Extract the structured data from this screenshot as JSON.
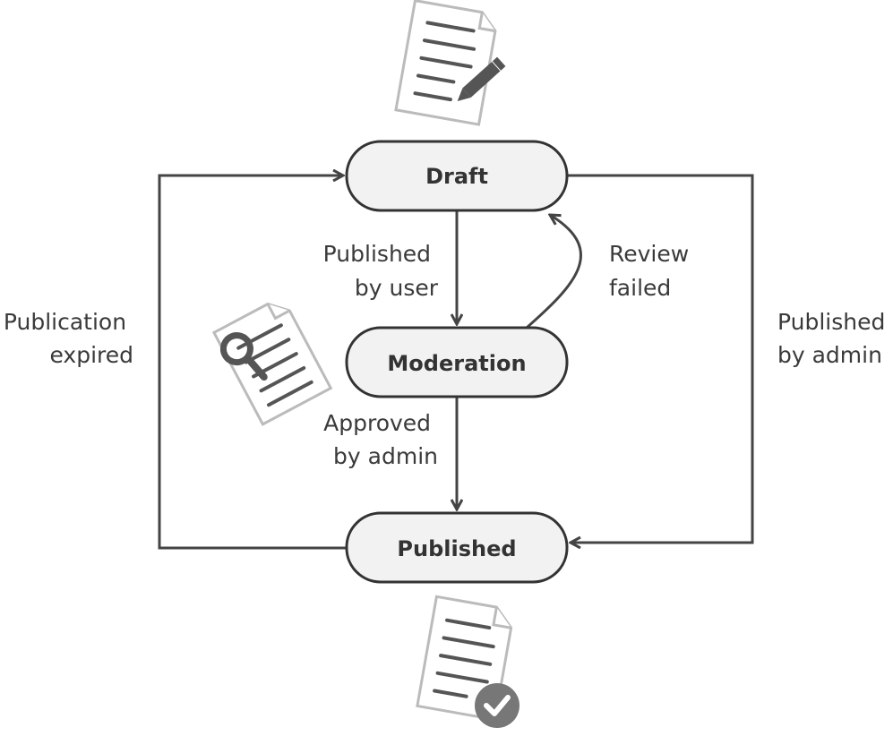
{
  "states": {
    "draft": "Draft",
    "moderation": "Moderation",
    "published": "Published"
  },
  "transitions": {
    "published_by_user": [
      "Published",
      "by user"
    ],
    "review_failed": [
      "Review",
      "failed"
    ],
    "approved_by_admin": [
      "Approved",
      "by admin"
    ],
    "publication_expired": [
      "Publication",
      "expired"
    ],
    "published_by_admin": [
      "Published",
      "by admin"
    ]
  },
  "icons": {
    "draft": "document-pencil-icon",
    "moderation": "document-magnifier-icon",
    "published": "document-check-icon"
  },
  "colors": {
    "stroke": "#333333",
    "pill_fill": "#f2f2f2",
    "doc_outline": "#bbbbbb"
  }
}
